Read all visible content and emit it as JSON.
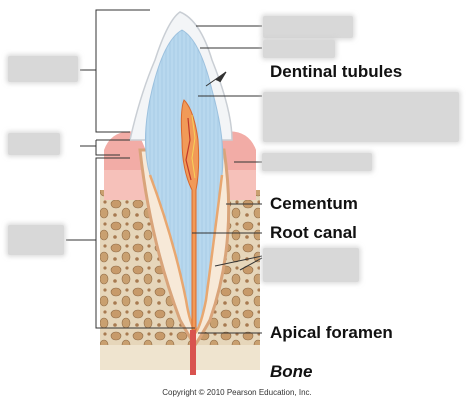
{
  "labels": {
    "dentinal_tubules": "Dentinal tubules",
    "cementum": "Cementum",
    "root_canal": "Root canal",
    "apical_foramen": "Apical foramen",
    "bone": "Bone"
  },
  "copyright": "Copyright © 2010 Pearson Education, Inc.",
  "colors": {
    "dentin": "#b8d8ee",
    "enamel": "#f4f6f8",
    "gum": "#f2b0ac",
    "bone": "#e4d3b6",
    "pulp": "#e67a3a",
    "mask": "#d8d8d8"
  }
}
